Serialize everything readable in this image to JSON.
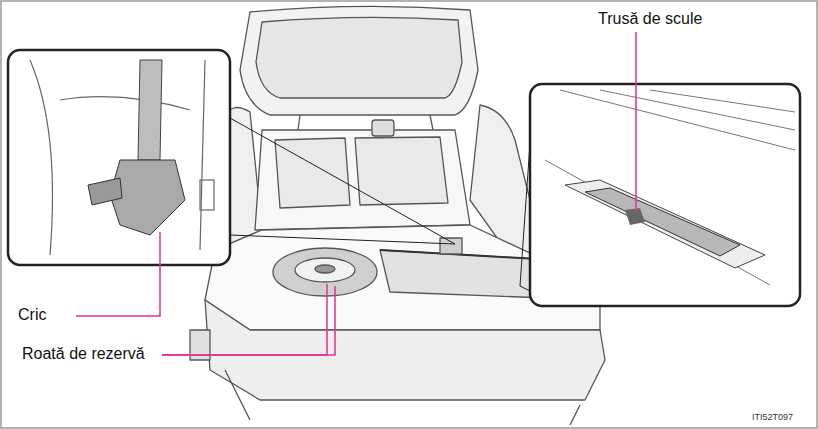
{
  "diagram": {
    "labels": [
      "Trusă de scule",
      "Cric",
      "Roată de rezervă",
      "ITI52T097"
    ]
  }
}
